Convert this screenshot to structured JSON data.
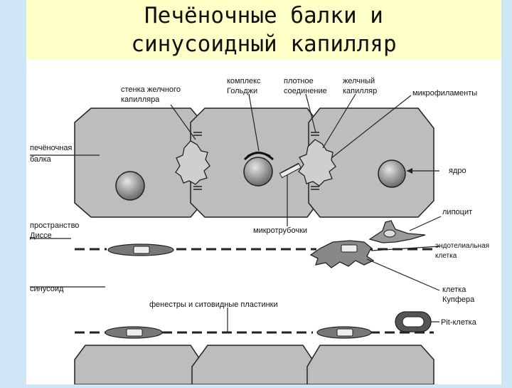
{
  "title": {
    "line1": "Печёночные балки и",
    "line2": "синусоидный капилляр"
  },
  "labels": {
    "bile_wall_1": "стенка желчного",
    "bile_wall_2": "капилляра",
    "golgi_1": "комплекс",
    "golgi_2": "Гольджи",
    "tight_1": "плотное",
    "tight_2": "соединение",
    "bile_cap_1": "желчный",
    "bile_cap_2": "капилляр",
    "microfilaments": "микрофиламенты",
    "hep_beam_1": "печёночная",
    "hep_beam_2": "балка",
    "nucleus": "ядро",
    "disse_1": "пространство",
    "disse_2": "Диссе",
    "microtubules": "микротрубочки",
    "lipocyte": "липоцит",
    "endo_1": "эндотелиальная",
    "endo_2": "клетка",
    "sinusoid": "синусоид",
    "fenestrae": "фенестры и ситовидные пластинки",
    "kupffer_1": "клетка",
    "kupffer_2": "Купфера",
    "pit": "Pit-клетка"
  },
  "colors": {
    "cell_fill": "#bdbdbd",
    "nucleus_fill": "#8f8f8f",
    "outline": "#222222",
    "title_band": "#ffffc8",
    "background": "#cfe6f7"
  }
}
